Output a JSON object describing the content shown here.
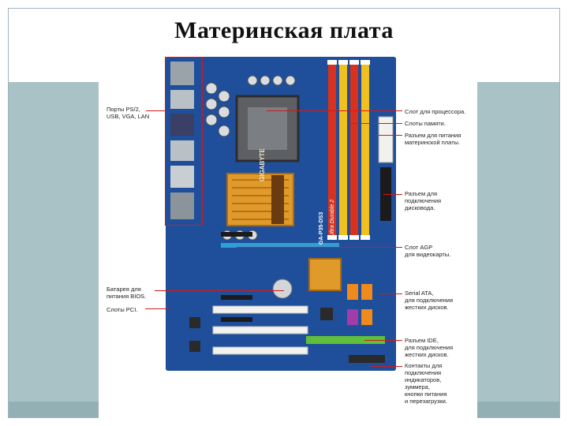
{
  "slide": {
    "title": "Материнская плата"
  },
  "callouts": {
    "ports": "Порты PS/2,\nUSB, VGA, LAN",
    "cpu_slot": "Слот для процессора.",
    "ram_slots": "Слоты памяти.",
    "power_connector": "Разъем для питания\nматеринской платы.",
    "floppy_connector": "Разъем для\nподключения\nдисковода.",
    "agp_slot": "Слот AGP\nдля видеокарты.",
    "bios_battery": "Батарея для\nпитания BIOS.",
    "pci_slots": "Слоты PCI.",
    "sata": "Serial ATA,\nдля подключения\nжестких дисков.",
    "ide": "Разъем IDE,\nдля подключения\nжестких дисков.",
    "front_panel": "Контакты для\nподключения\nиндикаторов,\nзуммера,\nкнопки питания\nи перезагрузки."
  },
  "board_labels": {
    "brand": "GIGABYTE",
    "model": "GA-P35-DS3",
    "series": "Ultra Durable 2"
  },
  "colors": {
    "board": "#1f4f9a",
    "callout_line": "#d21a1a",
    "ram_red": "#d8321e",
    "ram_yellow": "#f0c020",
    "heatsink": "#e09a2a",
    "background_band": "#a8c2c5"
  }
}
